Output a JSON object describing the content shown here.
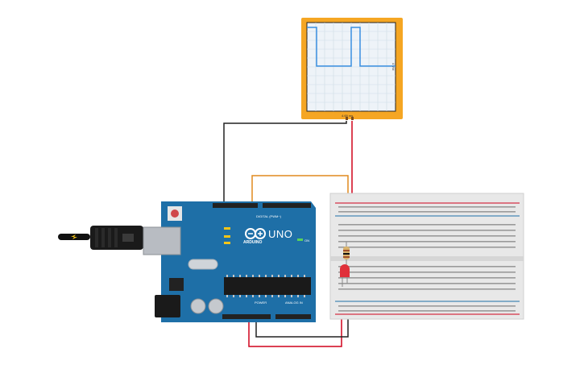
{
  "oscilloscope": {
    "time_label": "4.69 ms",
    "volt_label": "4 V/d"
  },
  "arduino": {
    "model_label": "UNO",
    "brand_label": "ARDUINO",
    "digital_label": "DIGITAL (PWM~)",
    "on_label": "ON",
    "power_label": "POWER",
    "analog_label": "ANALOG IN"
  },
  "colors": {
    "board": "#1e6fa7",
    "scope_frame": "#f5a623",
    "wire_red": "#d0021b",
    "wire_black": "#222222",
    "wire_orange": "#e08a1e",
    "signal": "#3a8fe0"
  }
}
